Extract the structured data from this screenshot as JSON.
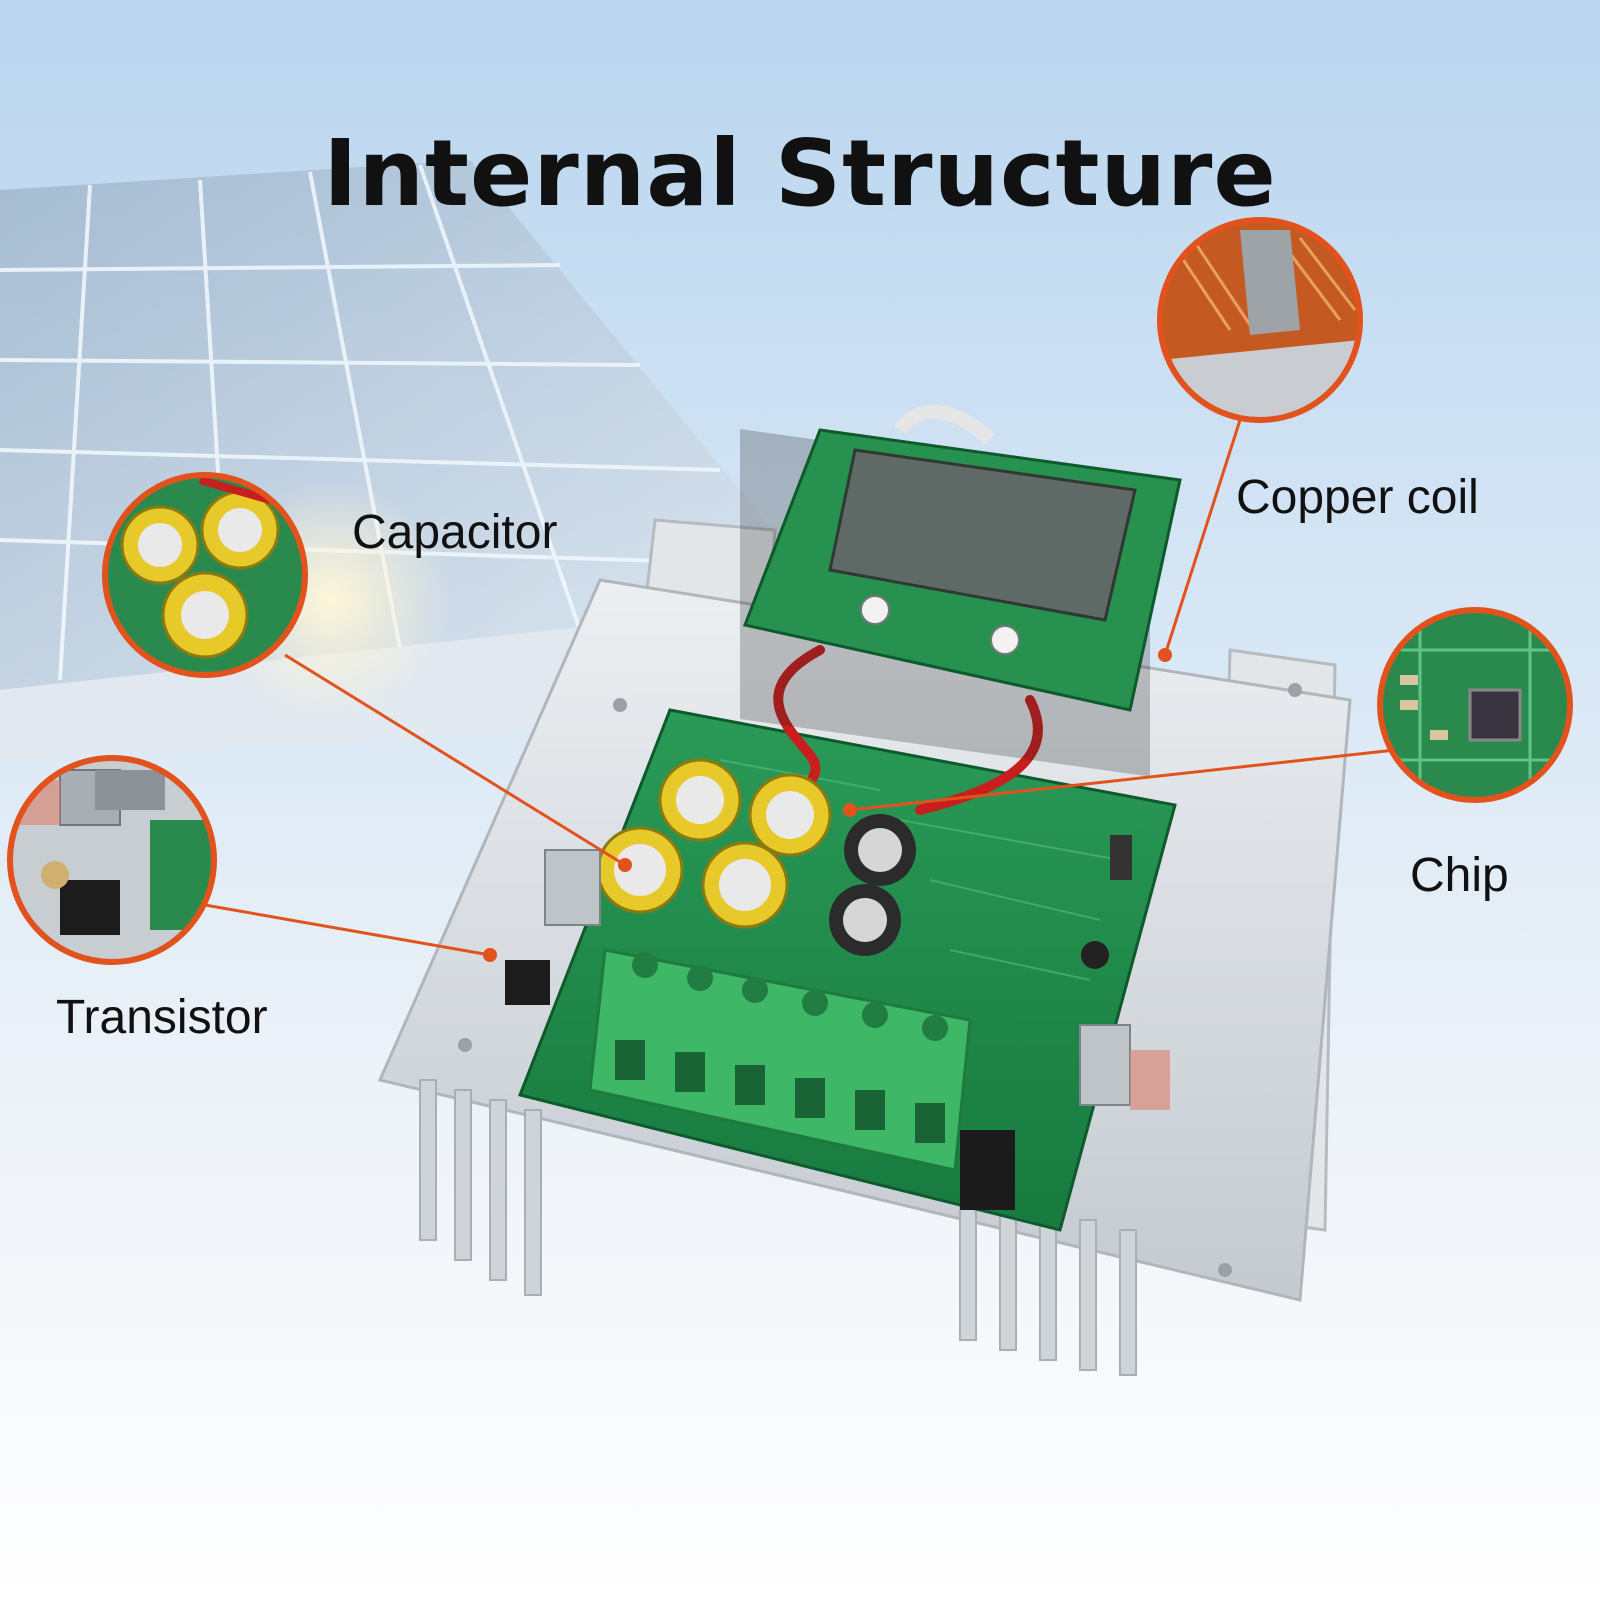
{
  "title": "Internal Structure",
  "callouts": {
    "capacitor": "Capacitor",
    "copper_coil": "Copper coil",
    "chip": "Chip",
    "transistor": "Transistor"
  },
  "colors": {
    "accent_line": "#e2521d",
    "board_green": "#1f8a4c",
    "heatsink": "#d9dde1",
    "sky": "#b9d5ef"
  },
  "icons": [
    "capacitor-icon",
    "copper-coil-icon",
    "chip-icon",
    "transistor-icon"
  ]
}
